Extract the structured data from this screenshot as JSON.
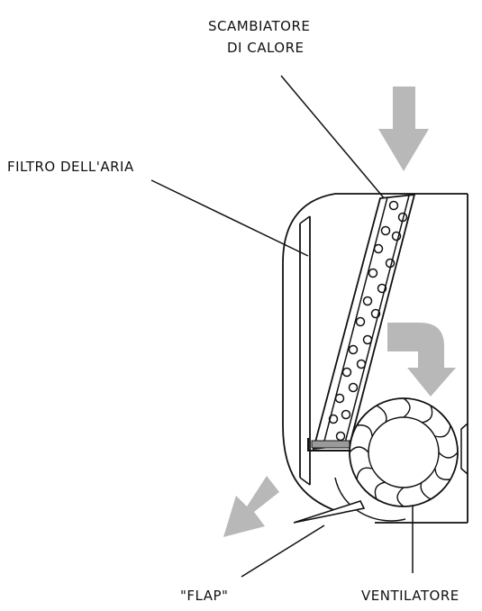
{
  "labels": {
    "heat_exchanger_line1": "SCAMBIATORE",
    "heat_exchanger_line2": "DI CALORE",
    "air_filter": "FILTRO DELL'ARIA",
    "flap": "\"FLAP\"",
    "fan": "VENTILATORE"
  },
  "colors": {
    "stroke": "#111111",
    "arrow_fill": "#b8b8b8",
    "background": "#ffffff"
  }
}
